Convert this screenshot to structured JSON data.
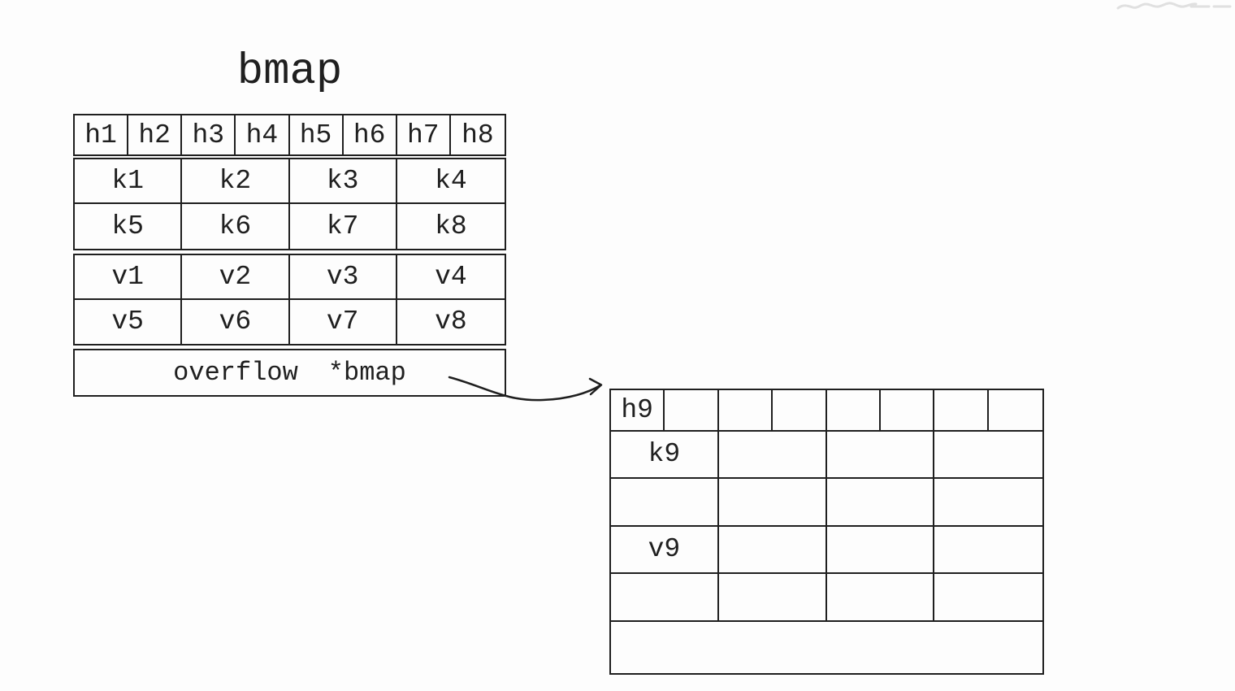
{
  "title": "bmap",
  "bucket_main": {
    "hash_cells": [
      "h1",
      "h2",
      "h3",
      "h4",
      "h5",
      "h6",
      "h7",
      "h8"
    ],
    "key_rows": [
      [
        "k1",
        "k2",
        "k3",
        "k4"
      ],
      [
        "k5",
        "k6",
        "k7",
        "k8"
      ]
    ],
    "value_rows": [
      [
        "v1",
        "v2",
        "v3",
        "v4"
      ],
      [
        "v5",
        "v6",
        "v7",
        "v8"
      ]
    ],
    "overflow_label": "overflow",
    "overflow_pointer": "*bmap"
  },
  "bucket_overflow": {
    "hash_cells": [
      "h9",
      "",
      "",
      "",
      "",
      "",
      "",
      ""
    ],
    "key_rows": [
      [
        "k9",
        "",
        "",
        ""
      ],
      [
        "",
        "",
        "",
        ""
      ]
    ],
    "value_rows": [
      [
        "v9",
        "",
        "",
        ""
      ],
      [
        "",
        "",
        "",
        ""
      ]
    ],
    "overflow_label": "",
    "overflow_pointer": ""
  },
  "colors": {
    "ink": "#1f1f1f",
    "background": "#fdfdfd",
    "watermark": "#e0e0e0"
  }
}
